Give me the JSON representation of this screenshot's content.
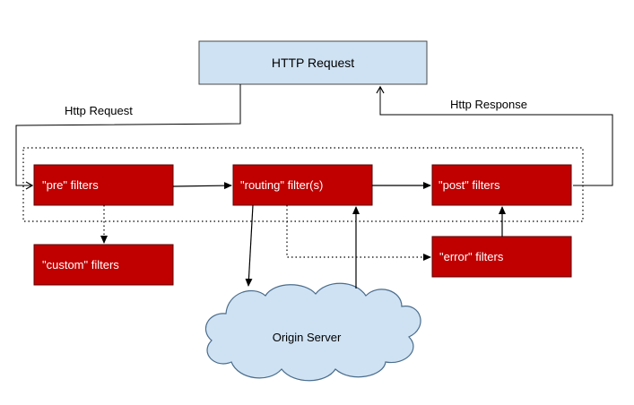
{
  "colors": {
    "filter_box": "#c00000",
    "filter_border": "#5a0000",
    "request_box": "#cfe2f3",
    "request_border": "#4a4a4a",
    "cloud_fill": "#cfe2f3",
    "cloud_stroke": "#4a6d8c",
    "line": "#000000"
  },
  "nodes": {
    "http_request_box": "HTTP Request",
    "pre_filters": "\"pre\" filters",
    "routing_filters": "\"routing\" filter(s)",
    "post_filters": "\"post\" filters",
    "custom_filters": "\"custom\" filters",
    "error_filters": "\"error\" filters",
    "origin_server": "Origin Server"
  },
  "edges": {
    "http_request": "Http Request",
    "http_response": "Http Response"
  }
}
